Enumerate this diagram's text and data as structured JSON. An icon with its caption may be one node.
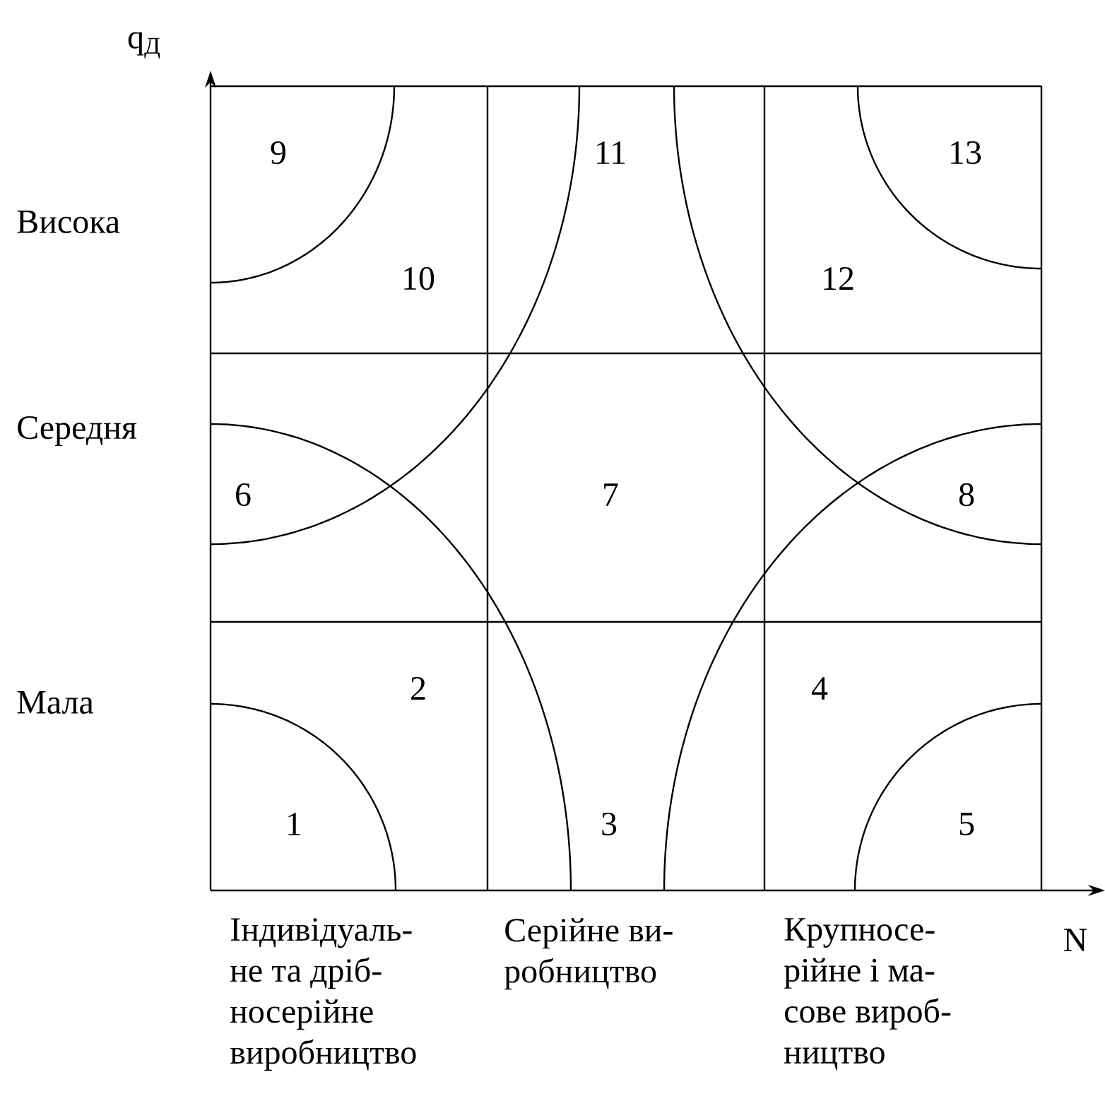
{
  "diagram": {
    "labels": [
      "q$_{Д}$",
      "9",
      "11",
      "13",
      "Висока",
      "10",
      "12",
      "Середня",
      "6",
      "7",
      "8",
      "Мала",
      "2",
      "4",
      "1",
      "3",
      "5",
      "Індивідуаль- не та дріб- носерійне виробництво",
      "Серійне ви- робництво",
      "Крупносе- рійне і ма- сове вироб- ництво",
      "N"
    ]
  }
}
